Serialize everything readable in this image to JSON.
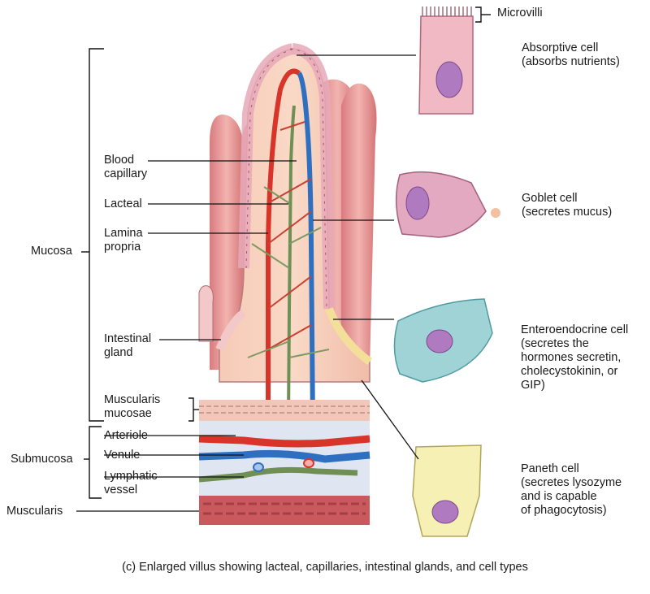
{
  "labels": {
    "microvilli": "Microvilli",
    "absorptive_cell": "Absorptive cell\n(absorbs nutrients)",
    "goblet_cell": "Goblet cell\n(secretes mucus)",
    "enteroendocrine_cell": "Enteroendocrine cell\n(secretes the\nhormones secretin,\ncholecystokinin, or\nGIP)",
    "paneth_cell": "Paneth cell\n(secretes lysozyme\nand is capable\nof phagocytosis)",
    "blood_capillary": "Blood\ncapillary",
    "lacteal": "Lacteal",
    "lamina_propria": "Lamina\npropria",
    "intestinal_gland": "Intestinal\ngland",
    "muscularis_mucosae": "Muscularis\nmucosae",
    "arteriole": "Arteriole",
    "venule": "Venule",
    "lymphatic_vessel": "Lymphatic\nvessel",
    "mucosa": "Mucosa",
    "submucosa": "Submucosa",
    "muscularis": "Muscularis"
  },
  "caption": "(c) Enlarged villus showing lacteal, capillaries, intestinal glands, and cell types",
  "colors": {
    "villus_tissue": "#f2b9a6",
    "background_villi": "#e99a98",
    "epithelium": "#f3c8c8",
    "artery": "#d8342a",
    "vein": "#2f6fc0",
    "lymphatic": "#6f8f55",
    "submucosa": "#dfe6f2",
    "muscularis": "#c9595c",
    "goblet_cell": "#e3a9c0",
    "enteroendocrine_cell": "#9fd3d6",
    "paneth_cell": "#f6f0b5",
    "nucleus": "#b07ac0"
  }
}
